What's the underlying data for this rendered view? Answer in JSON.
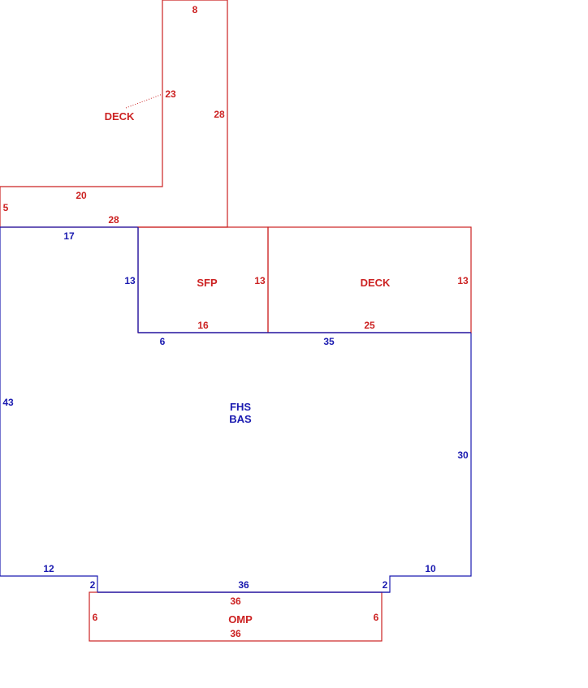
{
  "colors": {
    "red": "#cc2222",
    "blue": "#1a1ab0"
  },
  "areas": {
    "deck_upper": "DECK",
    "sfp": "SFP",
    "deck_right": "DECK",
    "main_line1": "FHS",
    "main_line2": "BAS",
    "omp": "OMP"
  },
  "dims": {
    "deck_upper_top": "8",
    "deck_upper_inner": "23",
    "deck_upper_right": "28",
    "deck_upper_step": "20",
    "deck_upper_left": "5",
    "deck_upper_bottom": "28",
    "main_top": "17",
    "sfp_left": "13",
    "sfp_right": "13",
    "sfp_bottom": "16",
    "deck_right_right": "13",
    "deck_right_bottom": "25",
    "main_notch": "6",
    "main_mid": "35",
    "main_left": "43",
    "main_right": "30",
    "main_bottom_left": "12",
    "main_bottom_right": "10",
    "main_jog_left": "2",
    "main_jog_right": "2",
    "main_bottom": "36",
    "omp_top": "36",
    "omp_left": "6",
    "omp_right": "6",
    "omp_bottom": "36"
  }
}
